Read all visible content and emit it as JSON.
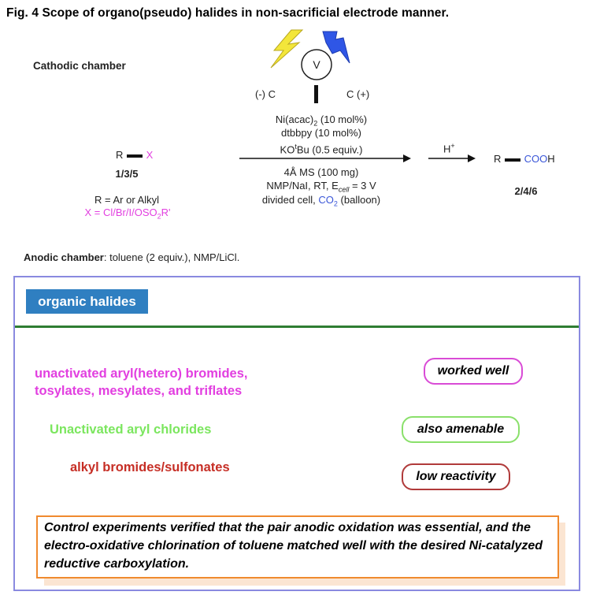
{
  "title": "Fig. 4 Scope of organo(pseudo) halides in non-sacrificial electrode manner.",
  "scheme": {
    "cathodic_label": "Cathodic chamber",
    "voltmeter": "V",
    "electrode_neg": "(-) C",
    "electrode_pos": "C (+)",
    "cond1_a": "Ni(acac)",
    "cond1_sub": "2",
    "cond1_b": " (10 mol%)",
    "cond2": "dtbbpy (10 mol%)",
    "cond3_a": "KO",
    "cond3_sup": "t",
    "cond3_b": "Bu (0.5 equiv.)",
    "cond4": "4Å MS (100 mg)",
    "cond5_a": "NMP/NaI, RT, E",
    "cond5_sub": "cell",
    "cond5_b": " = 3 V",
    "cond6_a": "divided cell, ",
    "cond6_co": "CO",
    "cond6_sub": "2",
    "cond6_b": " (balloon)",
    "reactant_r": "R",
    "reactant_x": "X",
    "reactant_id": "1/3/5",
    "r_def": "R = Ar or Alkyl",
    "x_def_a": "X = ",
    "x_def_b": "Cl/Br/I/OSO",
    "x_def_sub": "2",
    "x_def_c": "R'",
    "acid": "H",
    "acid_sup": "+",
    "product_r": "R",
    "product_cooh": "COO",
    "product_h": "H",
    "product_id": "2/4/6",
    "anodic_label": "Anodic chamber",
    "anodic_text": ": toluene (2 equiv.), NMP/LiCl."
  },
  "panel": {
    "header": "organic halides",
    "row1_line1": "unactivated aryl(hetero) bromides,",
    "row1_line2": "tosylates, mesylates, and triflates",
    "row1_tag": "worked well",
    "row2": "Unactivated aryl chlorides",
    "row2_tag": "also amenable",
    "row3": "alkyl bromides/sulfonates",
    "row3_tag": "low reactivity",
    "note": "Control experiments verified that the pair anodic oxidation was essential, and the electro-oxidative chlorination of toluene matched well with the desired Ni-catalyzed reductive carboxylation."
  },
  "colors": {
    "magenta": "#e23fe0",
    "green": "#7be65e",
    "red": "#c62e25",
    "header_blue": "#2f7fc1",
    "panel_border": "#8a8ae0",
    "divider_green": "#2e7d32",
    "note_orange": "#f08a2e",
    "bolt_yellow": "#f3e63a",
    "bolt_blue": "#2f56e6"
  },
  "icons": [
    "lightning-bolt-icon",
    "voltmeter-icon",
    "electrode-icon"
  ]
}
